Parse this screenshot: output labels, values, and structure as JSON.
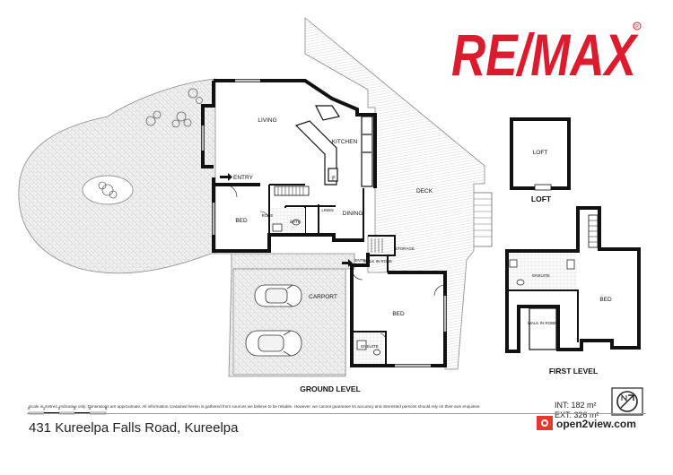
{
  "brand": {
    "logo_text": "RE/MAX",
    "colors": {
      "red": "#dc1c2e",
      "blue": "#003da5"
    }
  },
  "plan": {
    "rooms": {
      "living": "LIVING",
      "kitchen": "KITCHEN",
      "entry_main": "ENTRY",
      "dining": "DINING",
      "deck": "DECK",
      "bed_1": "BED",
      "robe": "ROBE",
      "bath": "BATH",
      "linen": "LINEN",
      "storage": "STORAGE",
      "entry_2": "ENTRY",
      "walk_in_robe_1": "WALK IN ROBE",
      "carport": "CARPORT",
      "bed_2": "BED",
      "ensuite_1": "ENSUITE",
      "fridge": "F",
      "loft": "LOFT",
      "ensuite_2": "ENSUITE",
      "bed_3": "BED",
      "walk_in_robe_2": "WALK IN ROBE"
    },
    "levels": {
      "ground": "GROUND LEVEL",
      "loft": "LOFT",
      "first": "FIRST LEVEL"
    }
  },
  "areas": {
    "internal": "INT: 182 m²",
    "external": "EXT: 326 m²"
  },
  "north_icon": "north-arrow-icon",
  "scale_bar": {
    "ticks": [
      "0",
      "1",
      "2",
      "3",
      "4",
      "5"
    ]
  },
  "disclaimer": "Scale in metres. Indicative only. Dimensions are approximate. All information contained herein is gathered from sources we believe to be reliable. However, we cannot guarantee its accuracy and interested persons should rely on their own enquiries.",
  "address": "431 Kureelpa Falls Road, Kureelpa",
  "open2view": "open2view.com"
}
